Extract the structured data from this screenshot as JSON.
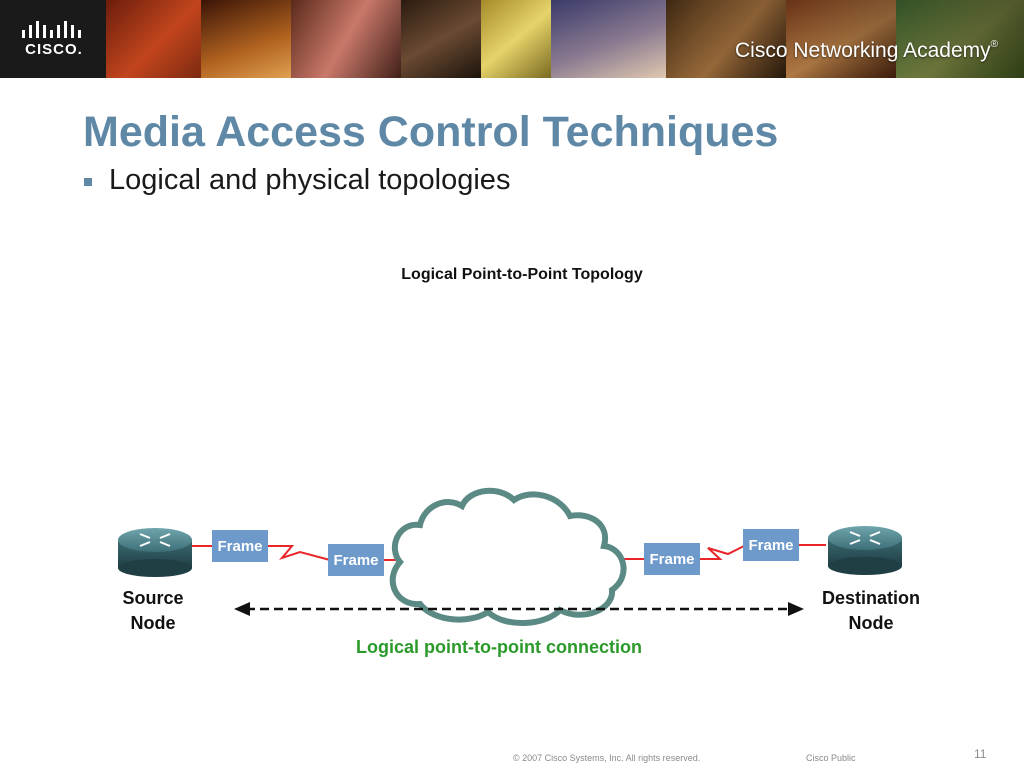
{
  "header": {
    "logo_text": "CISCO.",
    "academy_text": "Cisco Networking Academy",
    "academy_mark": "®"
  },
  "slide": {
    "title": "Media Access Control Techniques",
    "bullets": [
      {
        "text": "Logical and physical topologies"
      }
    ]
  },
  "diagram": {
    "title": "Logical Point-to-Point Topology",
    "frames": [
      "Frame",
      "Frame",
      "Frame",
      "Frame"
    ],
    "source_node": {
      "line1": "Source",
      "line2": "Node"
    },
    "destination_node": {
      "line1": "Destination",
      "line2": "Node"
    },
    "connection_label": "Logical point-to-point connection",
    "colors": {
      "frame_fill": "#6d9acb",
      "link_red": "#e8262a",
      "cloud_stroke": "#5b8a84",
      "connection_green": "#2b9a2b",
      "router_teal": "#4a7f88"
    }
  },
  "footer": {
    "copyright": "© 2007 Cisco Systems, Inc. All rights reserved.",
    "classification": "Cisco Public",
    "page_number": "11"
  }
}
